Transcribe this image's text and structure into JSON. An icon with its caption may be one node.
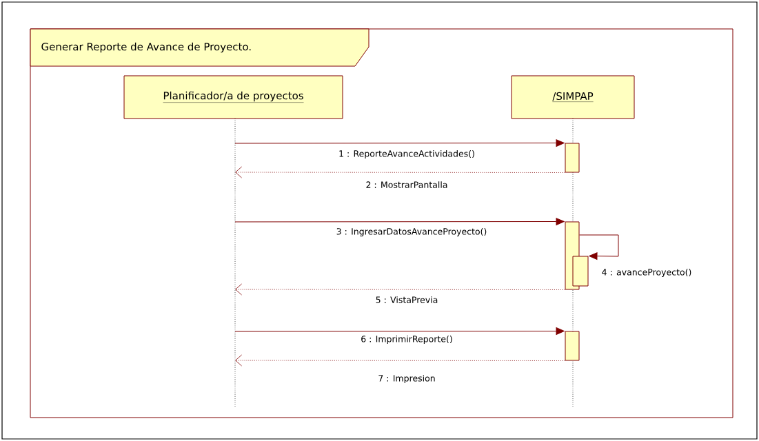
{
  "diagram": {
    "nodes": [
      {
        "text": [
          "Generar Reporte de Avance de Proyecto."
        ]
      },
      {
        "text": [
          "Planificador/a de proyectos"
        ],
        "in": 0
      },
      {
        "text": [
          "/SIMPAP"
        ],
        "in": 0
      },
      {
        "text": [],
        "shape": "bar",
        "in": 0
      },
      {
        "text": [],
        "shape": "bar",
        "in": 0
      },
      {
        "text": [],
        "shape": "bar",
        "in": 0
      },
      {
        "text": [],
        "shape": "bar",
        "in": 0
      }
    ],
    "edges": [
      {
        "from": null,
        "to": 3,
        "arrow": "to",
        "label": "1 : ReporteAvanceActividades()"
      },
      {
        "from": 3,
        "to": null,
        "arrow": "to",
        "style": "dashed",
        "label": "2 : MostrarPantalla"
      },
      {
        "from": null,
        "to": 4,
        "arrow": "to",
        "label": "3 : IngresarDatosAvanceProyecto()"
      },
      {
        "from": 4,
        "to": 5,
        "arrow": "to",
        "label": "4 : avanceProyecto()"
      },
      {
        "from": 4,
        "to": null,
        "arrow": "to",
        "style": "dashed",
        "label": "5 : VistaPrevia"
      },
      {
        "from": null,
        "to": 6,
        "arrow": "to",
        "label": "6 : ImprimirReporte()"
      },
      {
        "from": 6,
        "to": null,
        "arrow": "to",
        "style": "dashed",
        "label": "7 : Impresion"
      }
    ]
  }
}
